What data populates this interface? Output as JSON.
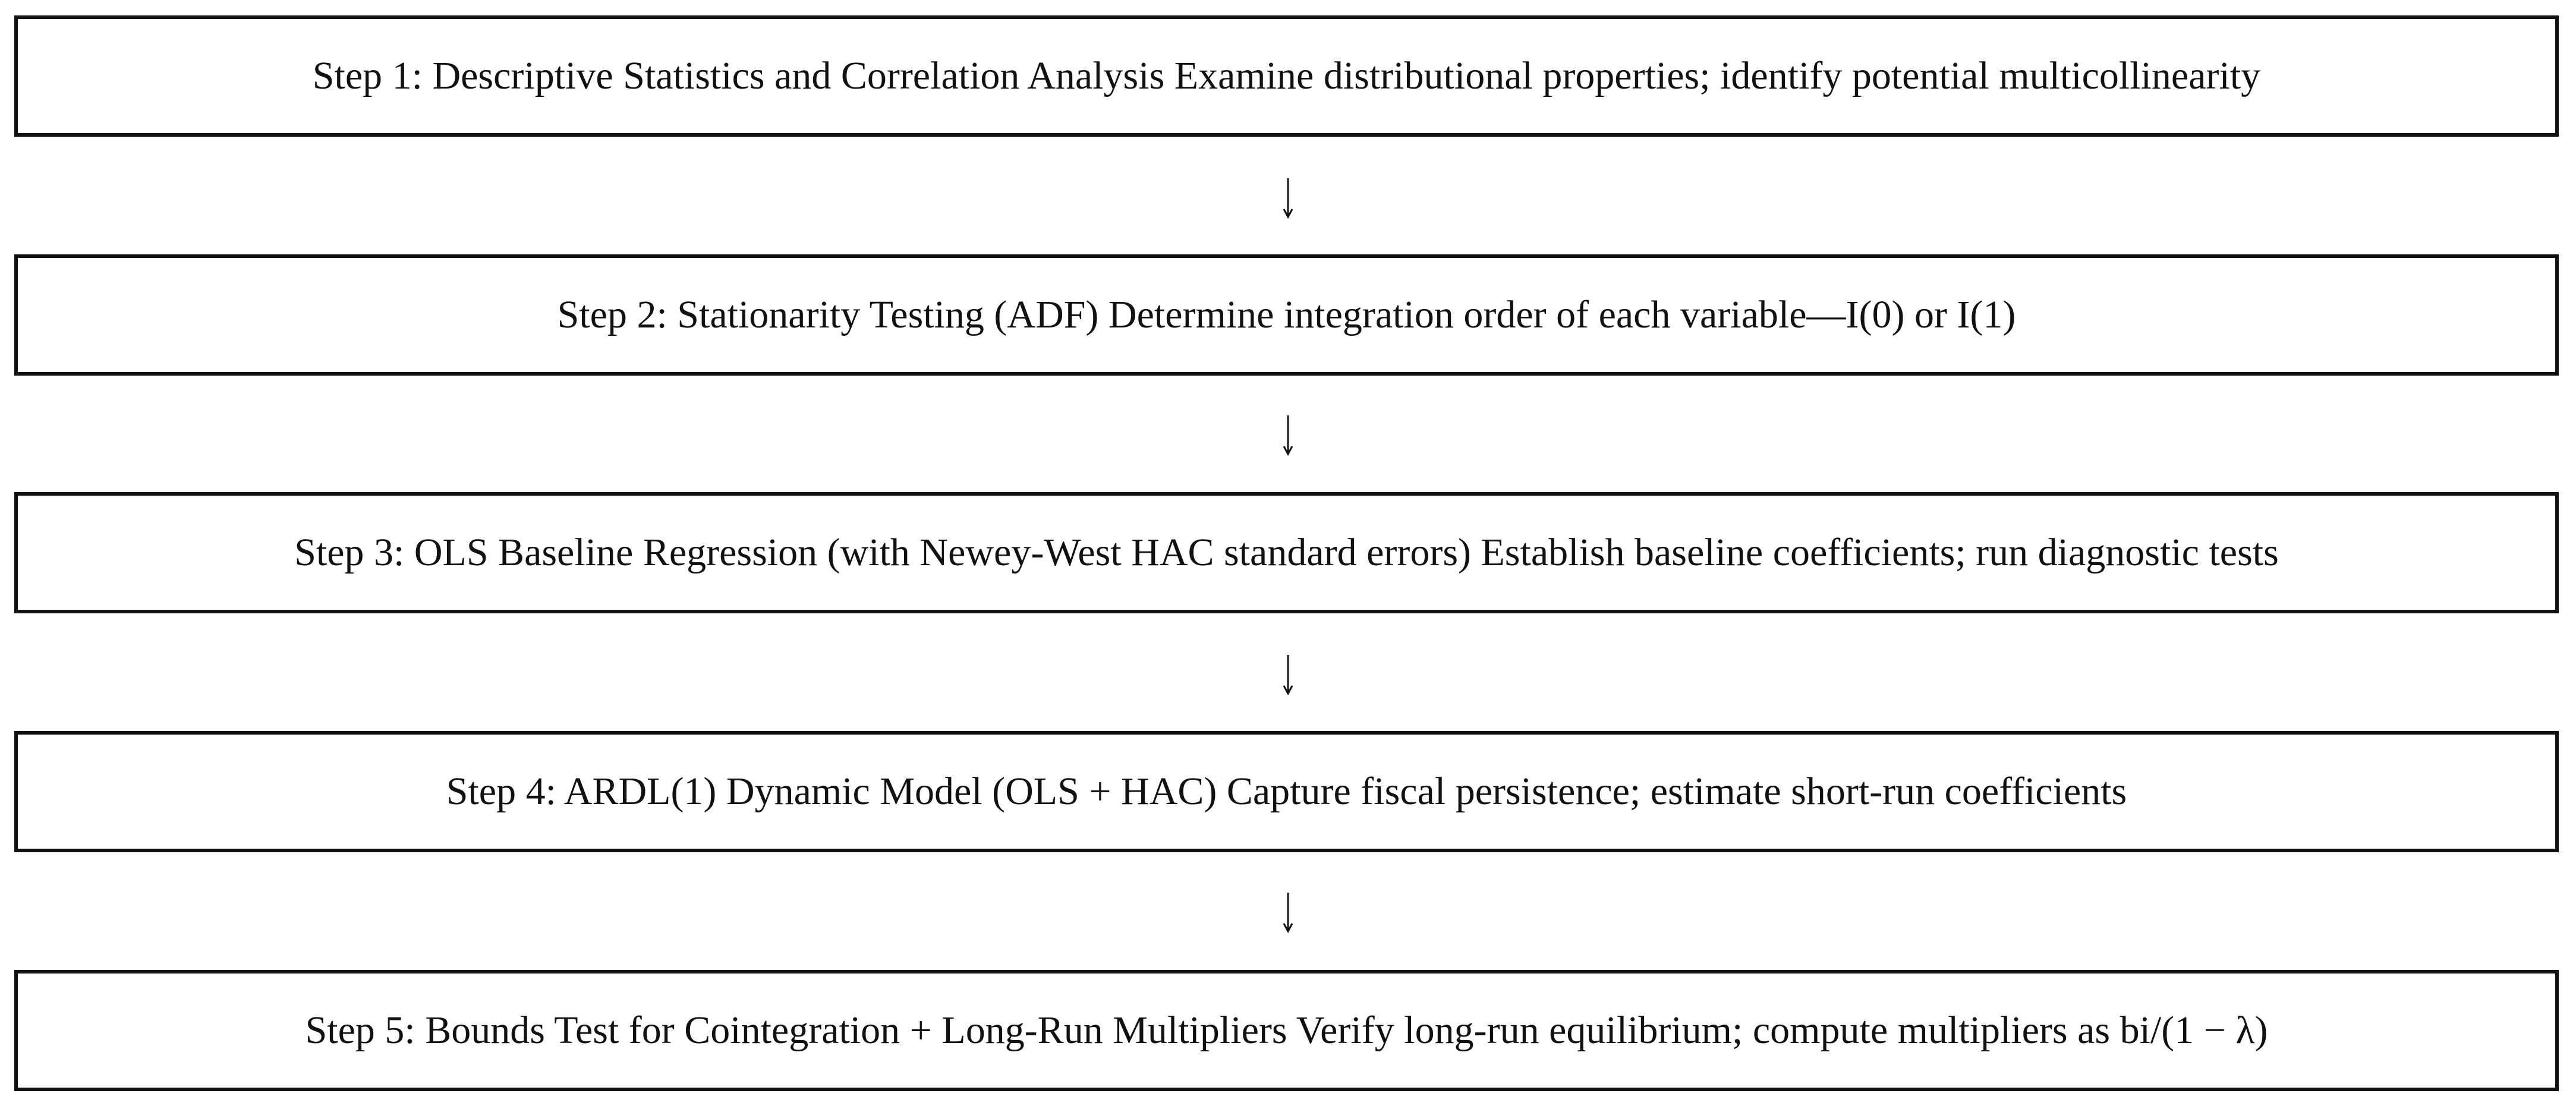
{
  "diagram": {
    "type": "vertical-flowchart",
    "steps": [
      {
        "id": "step-1",
        "text": "Step 1: Descriptive Statistics and Correlation Analysis Examine distributional properties; identify potential multicollinearity"
      },
      {
        "id": "step-2",
        "text": "Step 2: Stationarity Testing (ADF) Determine integration order of each variable—I(0) or I(1)"
      },
      {
        "id": "step-3",
        "text": "Step 3: OLS Baseline Regression (with Newey-West HAC standard errors) Establish baseline coefficients; run diagnostic tests"
      },
      {
        "id": "step-4",
        "text": "Step 4: ARDL(1) Dynamic Model (OLS + HAC) Capture fiscal persistence; estimate short-run coefficients"
      },
      {
        "id": "step-5",
        "text": "Step 5: Bounds Test for Cointegration + Long-Run Multipliers Verify long-run equilibrium; compute multipliers as bi/(1 − λ)"
      }
    ],
    "connectors": [
      {
        "from": "step-1",
        "to": "step-2",
        "icon": "arrow-down-icon"
      },
      {
        "from": "step-2",
        "to": "step-3",
        "icon": "arrow-down-icon"
      },
      {
        "from": "step-3",
        "to": "step-4",
        "icon": "arrow-down-icon"
      },
      {
        "from": "step-4",
        "to": "step-5",
        "icon": "arrow-down-icon"
      }
    ],
    "colors": {
      "border": "#111111",
      "text": "#111111",
      "background": "#ffffff"
    }
  }
}
